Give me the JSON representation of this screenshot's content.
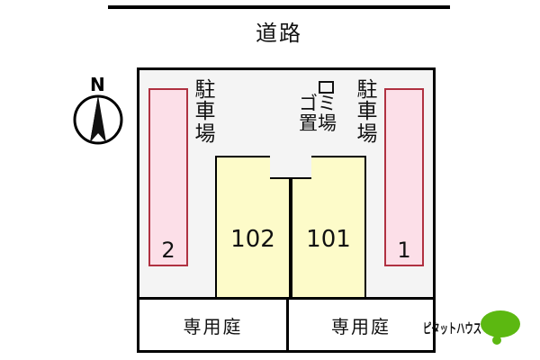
{
  "site_plan": {
    "road": {
      "label": "道路"
    },
    "compass": {
      "north_letter": "N",
      "icon": "compass-needle-icon"
    },
    "parking": {
      "left": {
        "vertical_label": [
          "駐",
          "車",
          "場"
        ],
        "stall_number": "2"
      },
      "right": {
        "vertical_label": [
          "駐",
          "車",
          "場"
        ],
        "stall_number": "1"
      }
    },
    "garbage_area": {
      "icon": "gomi-box-icon",
      "lines": [
        "ゴミ",
        "置場"
      ]
    },
    "units": [
      {
        "number": "102"
      },
      {
        "number": "101"
      }
    ],
    "gardens": [
      {
        "label": "専用庭"
      },
      {
        "label": "専用庭"
      }
    ],
    "logo": {
      "text": "ピタットハウス",
      "bubble_color": "#5cb811"
    },
    "colors": {
      "parking_fill": "#fcdfe8",
      "parking_border": "#b03141",
      "unit_fill": "#fdfbc9",
      "site_background": "#f4f4f4",
      "outline": "#000000"
    }
  }
}
